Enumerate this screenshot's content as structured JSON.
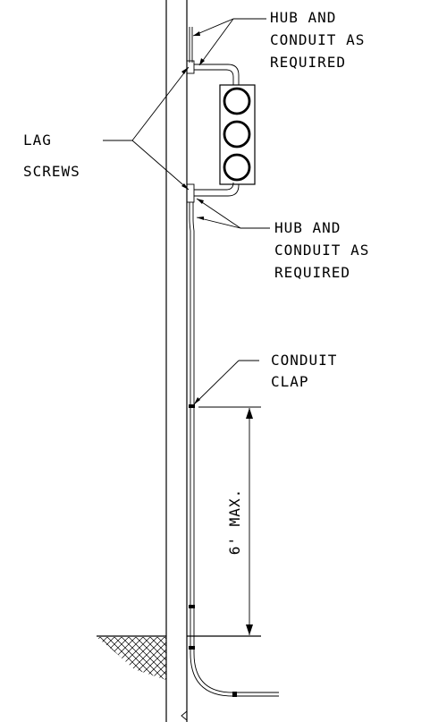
{
  "labels": {
    "hub_top": [
      "HUB AND",
      "CONDUIT AS",
      "REQUIRED"
    ],
    "lag": [
      "LAG",
      "SCREWS"
    ],
    "hub_bottom": [
      "HUB AND",
      "CONDUIT AS",
      "REQUIRED"
    ],
    "clamp": [
      "CONDUIT",
      "CLAP"
    ],
    "dimension": "6' MAX."
  }
}
